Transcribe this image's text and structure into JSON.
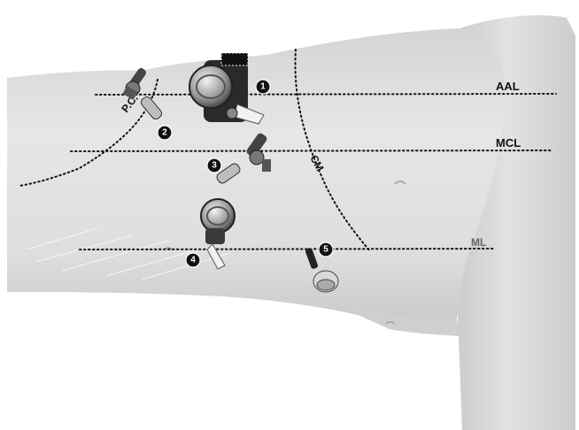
{
  "labels": {
    "aal": "AAL",
    "mcl": "MCL",
    "ml": "ML",
    "cm": "CM",
    "pc": "P.C."
  },
  "markers": [
    "1",
    "2",
    "3",
    "4",
    "5"
  ],
  "colors": {
    "skin_light": "#e8e8e8",
    "skin_mid": "#cfcfcf",
    "skin_dark": "#a9a9a9",
    "marker_fill": "#111111",
    "dotted_line": "#111111"
  },
  "icons": {
    "device": "surgical-trocar-icon"
  }
}
